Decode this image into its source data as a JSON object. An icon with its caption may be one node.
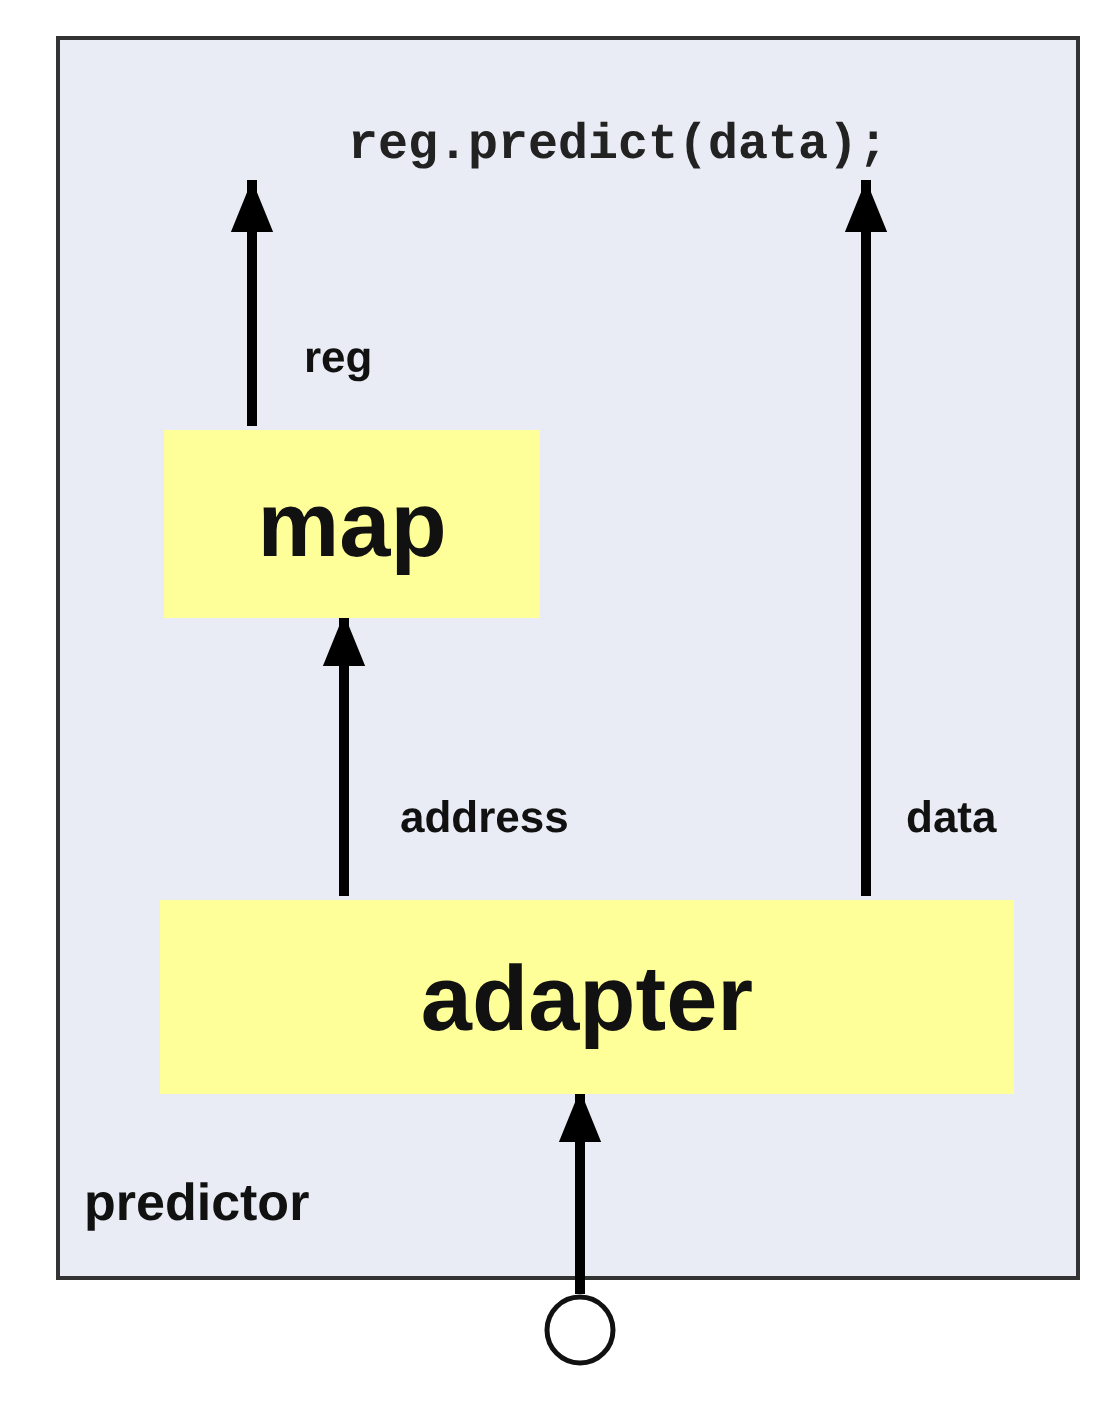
{
  "diagram": {
    "nodes": [
      {
        "text": [
          "predictor"
        ]
      },
      {
        "text": [
          "reg.predict(data);"
        ],
        "in": 0
      },
      {
        "text": [
          "map"
        ],
        "in": 0
      },
      {
        "text": [
          "adapter"
        ],
        "in": 0
      },
      {
        "text": [],
        "shape": "circle"
      }
    ],
    "edges": [
      {
        "from": 4,
        "to": 3,
        "arrow": "to"
      },
      {
        "from": 3,
        "to": 2,
        "label": "address",
        "arrow": "to"
      },
      {
        "from": 3,
        "to": 1,
        "label": "data",
        "arrow": "to"
      },
      {
        "from": 2,
        "to": 1,
        "label": "reg",
        "arrow": "to"
      }
    ]
  }
}
